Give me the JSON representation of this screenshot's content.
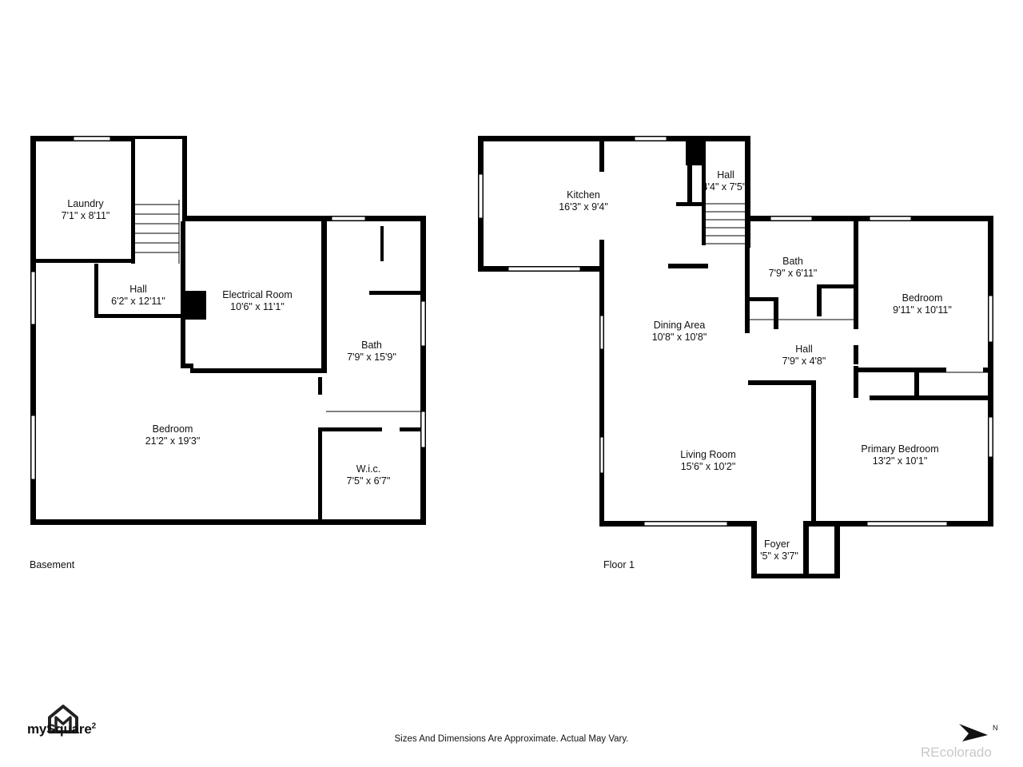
{
  "floors": [
    {
      "name": "Basement"
    },
    {
      "name": "Floor 1"
    }
  ],
  "rooms": [
    {
      "id": "laundry",
      "name": "Laundry",
      "dims": "7'1\" x 8'11\""
    },
    {
      "id": "basement-hall",
      "name": "Hall",
      "dims": "6'2\" x 12'11\""
    },
    {
      "id": "electrical-room",
      "name": "Electrical Room",
      "dims": "10'6\" x 11'1\""
    },
    {
      "id": "basement-bath",
      "name": "Bath",
      "dims": "7'9\" x 15'9\""
    },
    {
      "id": "basement-bedroom",
      "name": "Bedroom",
      "dims": "21'2\" x 19'3\""
    },
    {
      "id": "wic",
      "name": "W.i.c.",
      "dims": "7'5\" x 6'7\""
    },
    {
      "id": "kitchen",
      "name": "Kitchen",
      "dims": "16'3\" x 9'4\""
    },
    {
      "id": "floor1-hall-top",
      "name": "Hall",
      "dims": "4'4\" x 7'5\""
    },
    {
      "id": "floor1-bath",
      "name": "Bath",
      "dims": "7'9\" x 6'11\""
    },
    {
      "id": "floor1-bedroom",
      "name": "Bedroom",
      "dims": "9'11\" x 10'11\""
    },
    {
      "id": "dining-area",
      "name": "Dining Area",
      "dims": "10'8\" x 10'8\""
    },
    {
      "id": "floor1-hall",
      "name": "Hall",
      "dims": "7'9\" x 4'8\""
    },
    {
      "id": "living-room",
      "name": "Living Room",
      "dims": "15'6\" x 10'2\""
    },
    {
      "id": "primary-bedroom",
      "name": "Primary Bedroom",
      "dims": "13'2\" x 10'1\""
    },
    {
      "id": "foyer",
      "name": "Foyer",
      "dims": "'5\" x 3'7\""
    }
  ],
  "disclaimer": "Sizes And Dimensions Are Approximate. Actual May Vary.",
  "brand": {
    "name": "mySquare",
    "superscript": "2",
    "logo_icon": "house-m-logo-icon"
  },
  "watermark": "REcolorado",
  "compass": {
    "label": "N",
    "icon": "north-arrow-icon"
  },
  "colors": {
    "wall": "#000000",
    "window": "#ffffff",
    "watermark": "#c8c8c8"
  }
}
